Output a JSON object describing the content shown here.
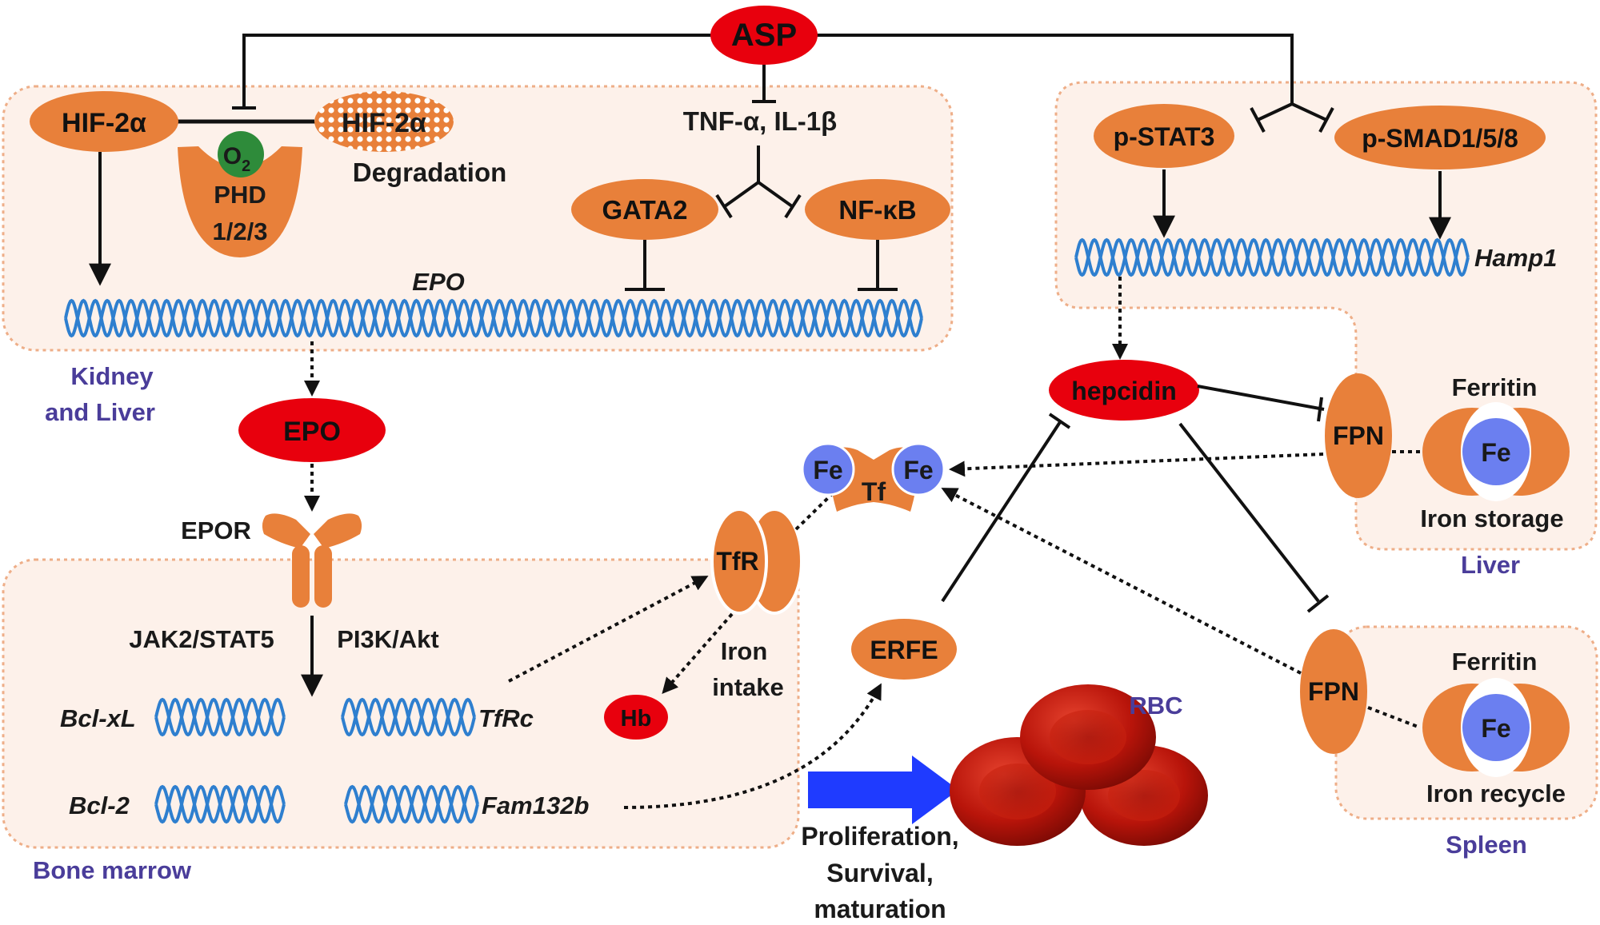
{
  "regions": {
    "kidney_liver": [
      "Kidney",
      "and Liver"
    ],
    "liver": "Liver",
    "spleen": "Spleen",
    "bone_marrow": "Bone marrow"
  },
  "nodes": {
    "asp": "ASP",
    "hif_active": "HIF-2α",
    "hif_degraded": "HIF-2α",
    "degradation": "Degradation",
    "o2": "O",
    "o2_sub": "2",
    "phd": [
      "PHD",
      "1/2/3"
    ],
    "cytokines": "TNF-α, IL-1β",
    "gata2": "GATA2",
    "nfkb": "NF-κB",
    "epo_gene": "EPO",
    "epo": "EPO",
    "epor": "EPOR",
    "jak_stat": "JAK2/STAT5",
    "pi3k": "PI3K/Akt",
    "bclxl": "Bcl-xL",
    "bcl2": "Bcl-2",
    "tfrc": "TfRc",
    "fam132b": "Fam132b",
    "tfr": "TfR",
    "iron_intake": [
      "Iron",
      "intake"
    ],
    "hb": "Hb",
    "erfe": "ERFE",
    "tf": "Tf",
    "fe_left": "Fe",
    "fe_right": "Fe",
    "pstat3": "p-STAT3",
    "psmad": "p-SMAD1/5/8",
    "hamp1": "Hamp1",
    "hepcidin": "hepcidin",
    "fpn_liver": "FPN",
    "fpn_spleen": "FPN",
    "ferritin_liver": "Ferritin",
    "ferritin_spleen": "Ferritin",
    "fe_liver": "Fe",
    "fe_spleen": "Fe",
    "iron_storage": "Iron storage",
    "iron_recycle": "Iron recycle",
    "rbc": "RBC",
    "outcome": [
      "Proliferation,",
      "Survival,",
      "maturation"
    ]
  },
  "colors": {
    "orange": "#e8803a",
    "red": "#e8000d",
    "blue_dna": "#2e7fcf",
    "fe_blue": "#6b7ff0",
    "o2_green": "#2e8b3a",
    "region_fill": "#fdf1ea",
    "region_stroke": "#eeae88",
    "arrow_blue": "#1f3bff",
    "rbc_red": "#c4140a"
  }
}
